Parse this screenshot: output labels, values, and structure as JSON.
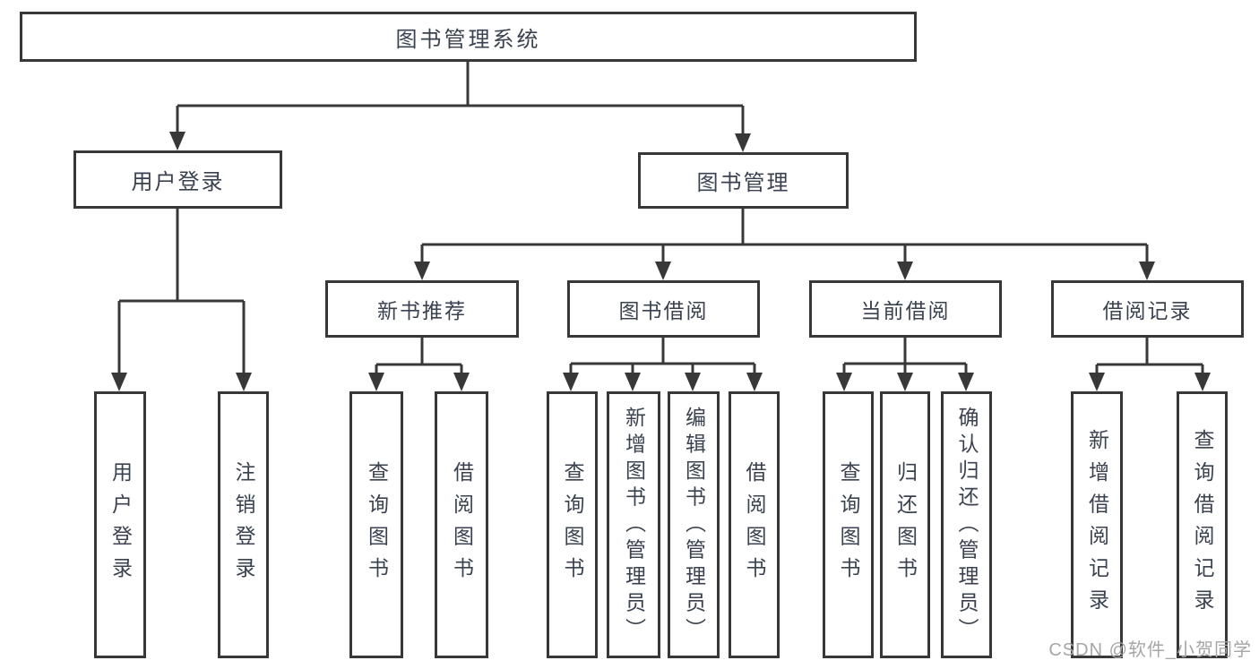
{
  "diagram_title": "图书管理系统",
  "colors": {
    "line": "#383838",
    "text": "#3a4250",
    "background": "#ffffff",
    "watermark": "#a6a6a6"
  },
  "nodes": {
    "root": "图书管理系统",
    "user_login": "用户登录",
    "book_mgmt": "图书管理",
    "new_book_rec": "新书推荐",
    "book_borrow": "图书借阅",
    "current_borrow": "当前借阅",
    "borrow_records": "借阅记录",
    "ul_user_login": "用户登录",
    "ul_logout": "注销登录",
    "nbr_query_books": "查询图书",
    "nbr_borrow_books": "借阅图书",
    "bb_query_books": "查询图书",
    "bb_add_books": "新增图书（管理员）",
    "bb_edit_books": "编辑图书（管理员）",
    "bb_borrow_books": "借阅图书",
    "cb_query_books": "查询图书",
    "cb_return_books": "归还图书",
    "cb_confirm_return": "确认归还（管理员）",
    "br_add_record": "新增借阅记录",
    "br_query_record": "查询借阅记录"
  },
  "hierarchy": {
    "图书管理系统": {
      "用户登录": [
        "用户登录",
        "注销登录"
      ],
      "图书管理": {
        "新书推荐": [
          "查询图书",
          "借阅图书"
        ],
        "图书借阅": [
          "查询图书",
          "新增图书（管理员）",
          "编辑图书（管理员）",
          "借阅图书"
        ],
        "当前借阅": [
          "查询图书",
          "归还图书",
          "确认归还（管理员）"
        ],
        "借阅记录": [
          "新增借阅记录",
          "查询借阅记录"
        ]
      }
    }
  },
  "watermark": "CSDN @软件_小贺同学"
}
